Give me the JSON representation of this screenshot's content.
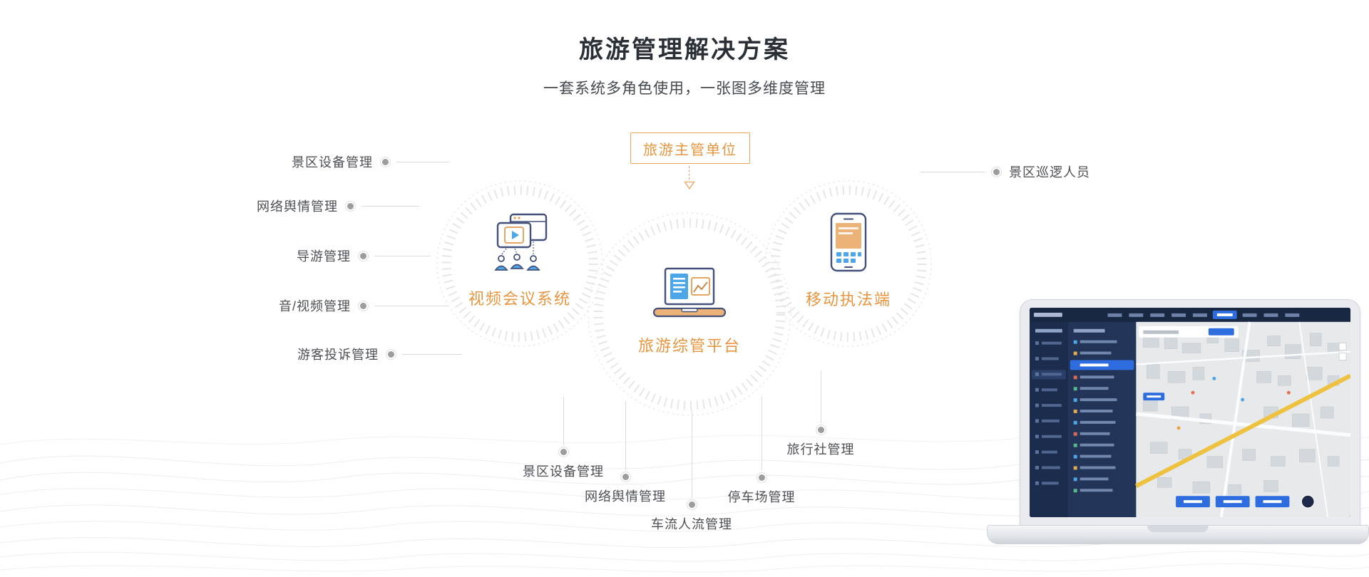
{
  "page": {
    "title": "旅游管理解决方案",
    "subtitle": "一套系统多角色使用，一张图多维度管理"
  },
  "diagram": {
    "authority_box": {
      "label": "旅游主管单位"
    },
    "nodes": {
      "video": {
        "label": "视频会议系统",
        "icon": "video-conference-icon"
      },
      "platform": {
        "label": "旅游综管平台",
        "icon": "laptop-dashboard-icon"
      },
      "mobile": {
        "label": "移动执法端",
        "icon": "mobile-terminal-icon"
      }
    },
    "left_labels": [
      {
        "text": "景区设备管理"
      },
      {
        "text": "网络舆情管理"
      },
      {
        "text": "导游管理"
      },
      {
        "text": "音/视频管理"
      },
      {
        "text": "游客投诉管理"
      }
    ],
    "right_labels": [
      {
        "text": "景区巡逻人员"
      }
    ],
    "bottom_labels": [
      {
        "text": "景区设备管理"
      },
      {
        "text": "网络舆情管理"
      },
      {
        "text": "车流人流管理"
      },
      {
        "text": "停车场管理"
      },
      {
        "text": "旅行社管理"
      }
    ],
    "colors": {
      "accent_orange": "#E8953F",
      "icon_navy": "#44517B",
      "icon_blue": "#4DA6E8",
      "icon_tan": "#EBB377",
      "line_gray": "#DCDCDC",
      "dot_gray": "#9D9D9D"
    }
  },
  "preview": {
    "name": "laptop-dashboard-map-screenshot"
  }
}
